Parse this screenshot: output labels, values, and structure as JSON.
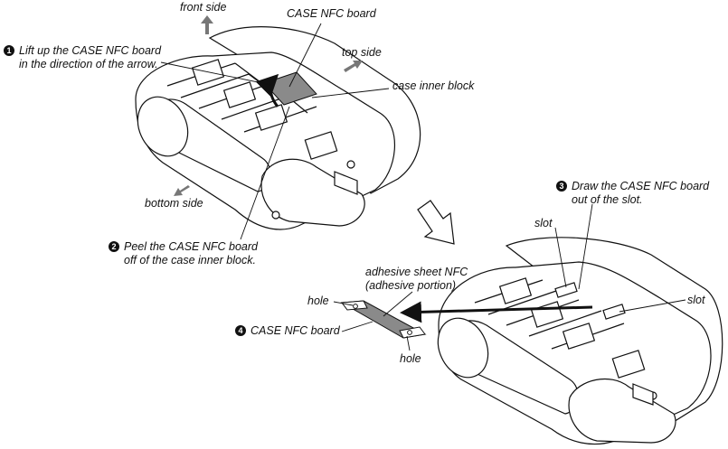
{
  "labels": {
    "front_side": "front side",
    "top_side": "top side",
    "bottom_side": "bottom side",
    "case_nfc_board": "CASE NFC board",
    "case_inner_block": "case inner block",
    "slot_left": "slot",
    "slot_right": "slot",
    "adhesive_line1": "adhesive sheet NFC",
    "adhesive_line2": "(adhesive portion)",
    "hole_left": "hole",
    "hole_right": "hole"
  },
  "steps": [
    {
      "number": "1",
      "line1": "Lift up the CASE NFC board",
      "line2": "in the direction of the arrow."
    },
    {
      "number": "2",
      "line1": "Peel the CASE NFC board",
      "line2": "off of the case inner block."
    },
    {
      "number": "3",
      "line1": "Draw the CASE NFC board",
      "line2": "out of the slot."
    },
    {
      "number": "4",
      "line1": "CASE NFC board",
      "line2": ""
    }
  ],
  "colors": {
    "line": "#111111",
    "arrow_fill": "#777777",
    "board_fill": "#8a8a8a"
  }
}
